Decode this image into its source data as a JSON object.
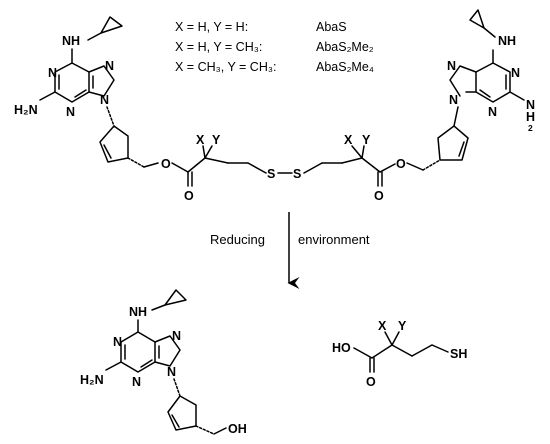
{
  "legend": [
    {
      "condition": "X = H, Y = H:",
      "name": "AbaS"
    },
    {
      "condition": "X = H, Y = CH₃:",
      "name": "AbaS₂Me₂"
    },
    {
      "condition": "X = CH₃, Y = CH₃:",
      "name": "AbaS₂Me₄"
    }
  ],
  "reaction": {
    "label_left": "Reducing",
    "label_right": "environment"
  },
  "atoms": {
    "nh": "NH",
    "n": "N",
    "n9": "N",
    "h2n": "H₂N",
    "nh2_n": "N",
    "nh2_h": "H",
    "nh2_2": "2",
    "x": "X",
    "y": "Y",
    "o": "O",
    "s": "S",
    "ho": "HO",
    "sh": "SH",
    "oh": "OH"
  }
}
